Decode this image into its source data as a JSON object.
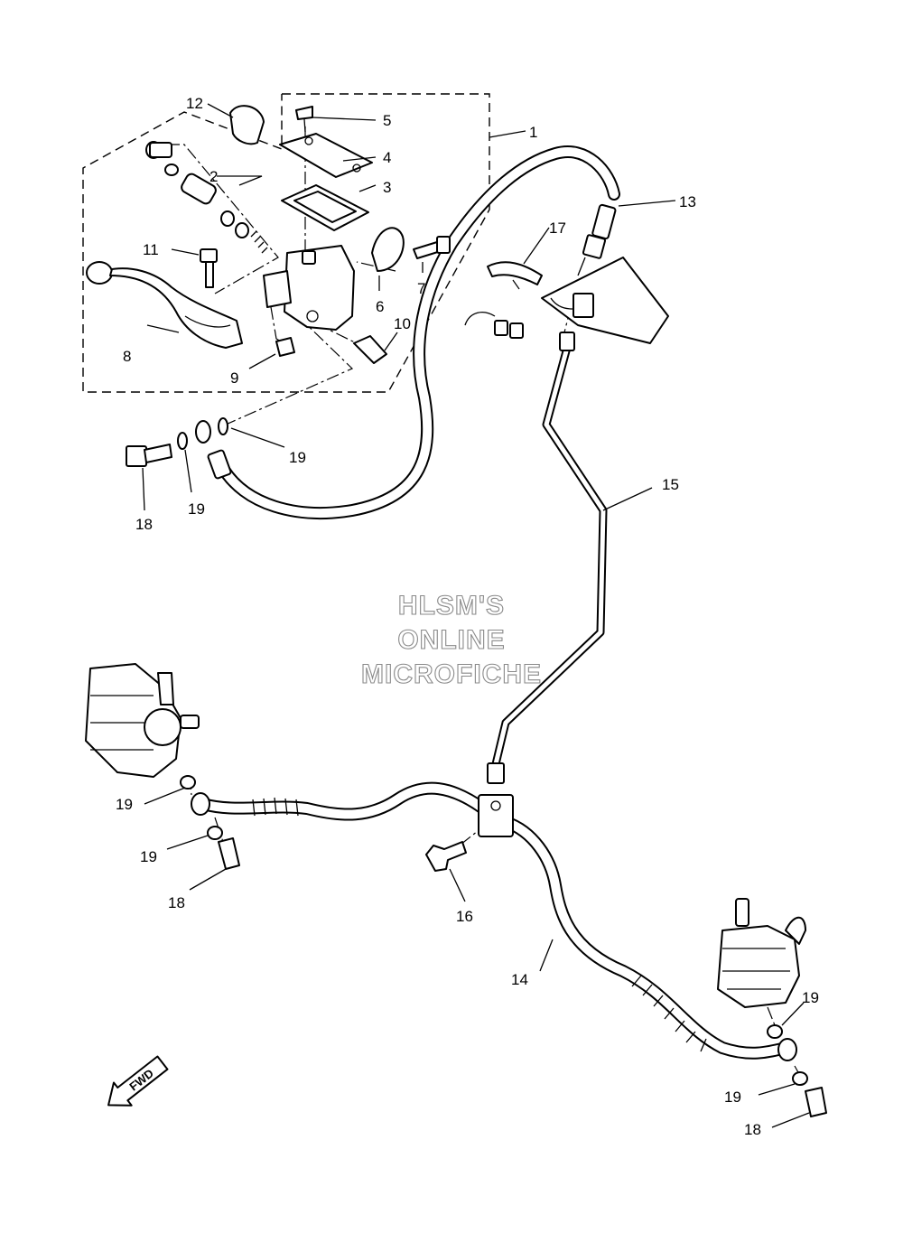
{
  "callouts": [
    {
      "id": "c1",
      "text": "1"
    },
    {
      "id": "c2",
      "text": "2"
    },
    {
      "id": "c3",
      "text": "3"
    },
    {
      "id": "c4",
      "text": "4"
    },
    {
      "id": "c5",
      "text": "5"
    },
    {
      "id": "c6",
      "text": "6"
    },
    {
      "id": "c7",
      "text": "7"
    },
    {
      "id": "c8",
      "text": "8"
    },
    {
      "id": "c9",
      "text": "9"
    },
    {
      "id": "c10",
      "text": "10"
    },
    {
      "id": "c11",
      "text": "11"
    },
    {
      "id": "c12",
      "text": "12"
    },
    {
      "id": "c13",
      "text": "13"
    },
    {
      "id": "c14",
      "text": "14"
    },
    {
      "id": "c15",
      "text": "15"
    },
    {
      "id": "c16",
      "text": "16"
    },
    {
      "id": "c17",
      "text": "17"
    },
    {
      "id": "c18a",
      "text": "18"
    },
    {
      "id": "c18b",
      "text": "18"
    },
    {
      "id": "c18c",
      "text": "18"
    },
    {
      "id": "c19a",
      "text": "19"
    },
    {
      "id": "c19b",
      "text": "19"
    },
    {
      "id": "c19c",
      "text": "19"
    },
    {
      "id": "c19d",
      "text": "19"
    },
    {
      "id": "c19e",
      "text": "19"
    },
    {
      "id": "c19f",
      "text": "19"
    }
  ],
  "watermark": {
    "line1": "HLSM'S",
    "line2": "ONLINE",
    "line3": "MICROFICHE"
  },
  "direction_arrow": {
    "label": "FWD",
    "icon": "fwd-arrow-icon"
  }
}
